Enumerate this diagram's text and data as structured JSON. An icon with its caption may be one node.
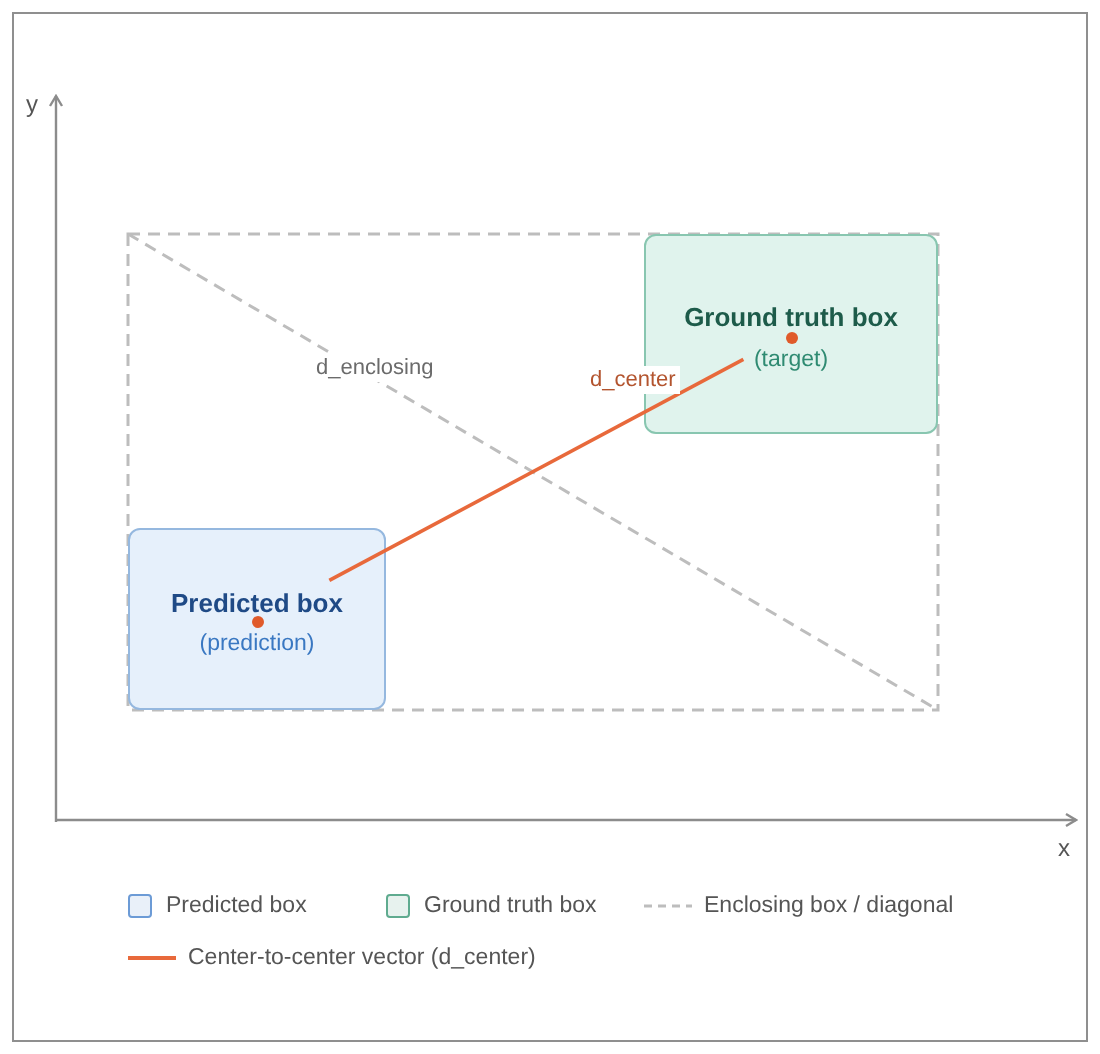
{
  "diagram": {
    "nodes": [
      {
        "text": [],
        "shape": "box"
      },
      {
        "text": [
          "Ground truth box",
          "(target)"
        ],
        "in": 0
      },
      {
        "text": [
          "Predicted box",
          "(prediction)"
        ],
        "in": 0
      }
    ],
    "edges": [
      {
        "from": 2,
        "to": 1,
        "arrow": "none",
        "label": "d_center",
        "color": "#e8693b"
      }
    ],
    "labels": [
      "y",
      "d_enclosing",
      "x"
    ],
    "legend": [
      {
        "text": "Predicted box",
        "color": "#6c9bd6"
      },
      {
        "text": "Ground truth box",
        "color": "#5fab8f"
      },
      {
        "text": "Enclosing box / diagonal"
      },
      {
        "text": "Center-to-center vector (d_center)"
      }
    ]
  }
}
